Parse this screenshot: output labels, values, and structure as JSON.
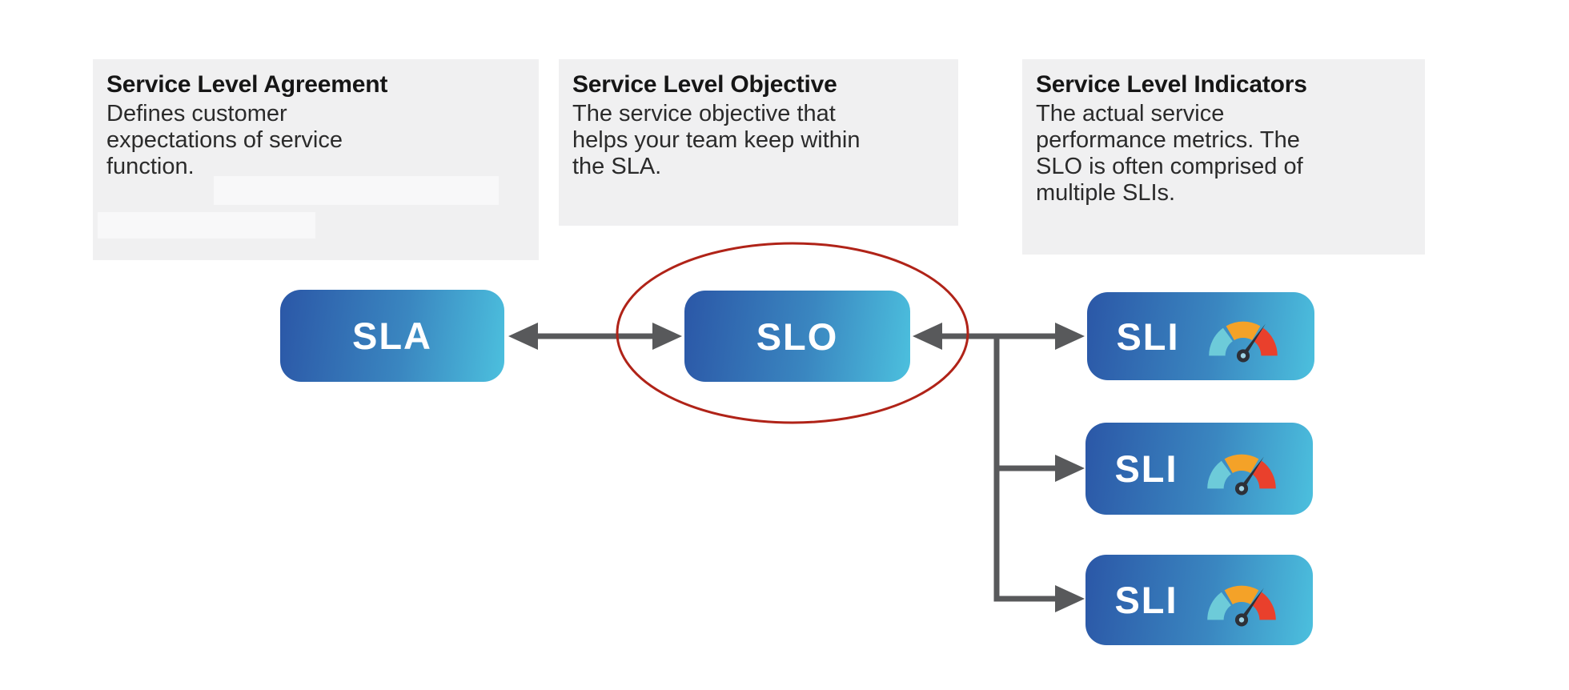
{
  "info_boxes": [
    {
      "title": "Service Level Agreement",
      "lines": [
        "Defines customer",
        "expectations of service",
        "function."
      ]
    },
    {
      "title": "Service Level Objective",
      "lines": [
        "The service objective that",
        "helps your team keep within",
        "the SLA."
      ]
    },
    {
      "title": "Service Level Indicators",
      "lines": [
        "The actual service",
        "performance metrics. The",
        "SLO is often comprised of",
        "multiple SLIs."
      ]
    }
  ],
  "nodes": {
    "sla": {
      "label": "SLA"
    },
    "slo": {
      "label": "SLO",
      "highlighted": true
    },
    "sli_1": {
      "label": "SLI",
      "icon": "gauge-meter-icon"
    },
    "sli_2": {
      "label": "SLI",
      "icon": "gauge-meter-icon"
    },
    "sli_3": {
      "label": "SLI",
      "icon": "gauge-meter-icon"
    }
  },
  "annotation": {
    "type": "ellipse-highlight",
    "around": "SLO",
    "color": "#b02318"
  },
  "colors": {
    "card_bg": "#f0f0f1",
    "node_gradient_start": "#2b57a7",
    "node_gradient_end": "#4cc0de",
    "arrow": "#58595b",
    "highlight_red": "#b02318",
    "gauge_teal": "#6dcbd9",
    "gauge_orange": "#f4a228",
    "gauge_red": "#e9402c",
    "gauge_needle": "#2d3038"
  }
}
